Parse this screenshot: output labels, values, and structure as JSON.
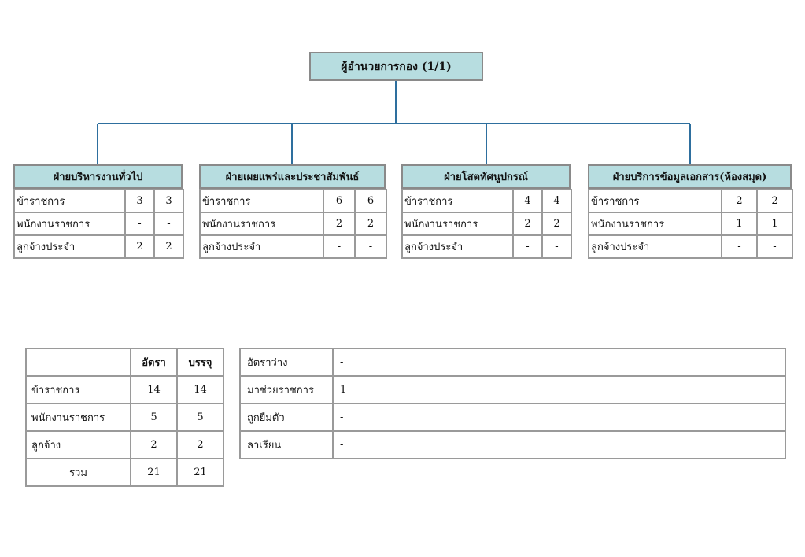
{
  "org": {
    "top_title": "ผู้อำนวยการกอง (1/1)",
    "units": [
      {
        "title": "ฝ่ายบริหารงานทั่วไป",
        "rows": [
          {
            "label": "ข้าราชการ",
            "rate": "3",
            "filled": "3"
          },
          {
            "label": "พนักงานราชการ",
            "rate": "-",
            "filled": "-"
          },
          {
            "label": "ลูกจ้างประจำ",
            "rate": "2",
            "filled": "2"
          }
        ]
      },
      {
        "title": "ฝ่ายเผยแพร่และประชาสัมพันธ์",
        "rows": [
          {
            "label": "ข้าราชการ",
            "rate": "6",
            "filled": "6"
          },
          {
            "label": "พนักงานราชการ",
            "rate": "2",
            "filled": "2"
          },
          {
            "label": "ลูกจ้างประจำ",
            "rate": "-",
            "filled": "-"
          }
        ]
      },
      {
        "title": "ฝ่ายโสตทัศนูปกรณ์",
        "rows": [
          {
            "label": "ข้าราชการ",
            "rate": "4",
            "filled": "4"
          },
          {
            "label": "พนักงานราชการ",
            "rate": "2",
            "filled": "2"
          },
          {
            "label": "ลูกจ้างประจำ",
            "rate": "-",
            "filled": "-"
          }
        ]
      },
      {
        "title": "ฝ่ายบริการข้อมูลเอกสาร(ห้องสมุด)",
        "rows": [
          {
            "label": "ข้าราชการ",
            "rate": "2",
            "filled": "2"
          },
          {
            "label": "พนักงานราชการ",
            "rate": "1",
            "filled": "1"
          },
          {
            "label": "ลูกจ้างประจำ",
            "rate": "-",
            "filled": "-"
          }
        ]
      }
    ]
  },
  "summary": {
    "headers": [
      "",
      "อัตรา",
      "บรรจุ"
    ],
    "rows": [
      {
        "label": "ข้าราชการ",
        "rate": "14",
        "filled": "14"
      },
      {
        "label": "พนักงานราชการ",
        "rate": "5",
        "filled": "5"
      },
      {
        "label": "ลูกจ้าง",
        "rate": "2",
        "filled": "2"
      }
    ],
    "total": {
      "label": "รวม",
      "rate": "21",
      "filled": "21"
    }
  },
  "status": {
    "rows": [
      {
        "label": "อัตราว่าง",
        "value": "-"
      },
      {
        "label": "มาช่วยราชการ",
        "value": "1"
      },
      {
        "label": "ถูกยืมตัว",
        "value": "-"
      },
      {
        "label": "ลาเรียน",
        "value": "-"
      }
    ]
  },
  "colors": {
    "box_fill": "#b7dde0",
    "connector": "#2e6f9e",
    "border": "#9a9a9a"
  }
}
